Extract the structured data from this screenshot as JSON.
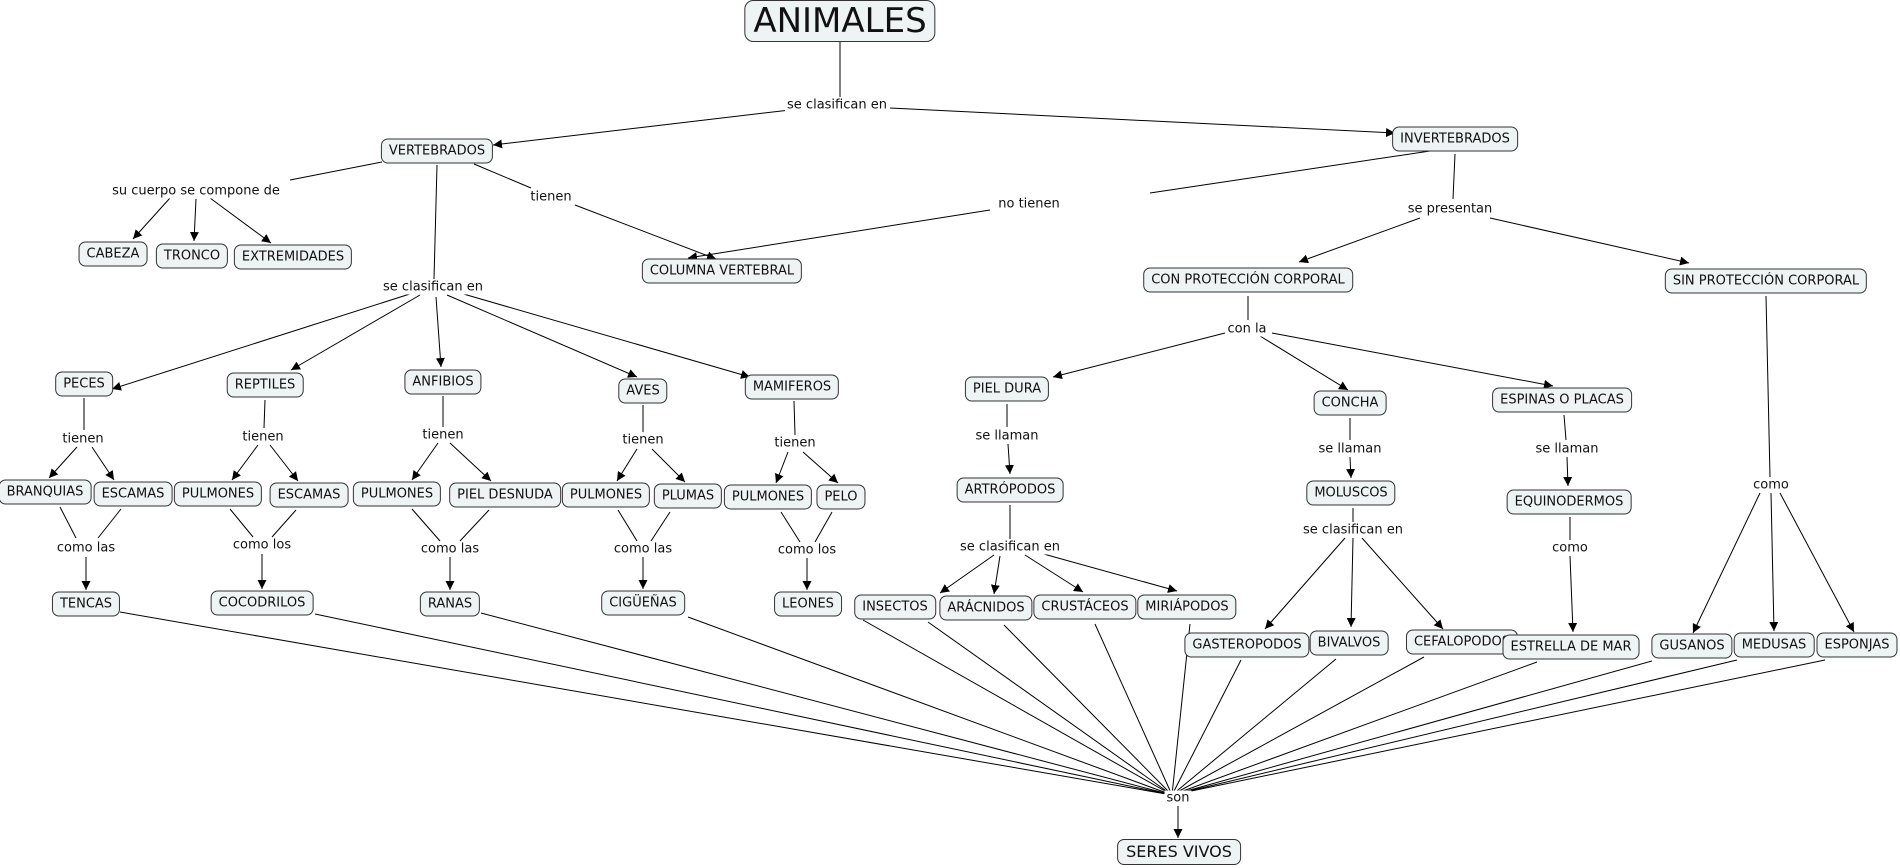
{
  "concepts": {
    "animales": "ANIMALES",
    "vertebrados": "VERTEBRADOS",
    "invertebrados": "INVERTEBRADOS",
    "cabeza": "CABEZA",
    "tronco": "TRONCO",
    "extremidades": "EXTREMIDADES",
    "columna": "COLUMNA VERTEBRAL",
    "peces": "PECES",
    "reptiles": "REPTILES",
    "anfibios": "ANFIBIOS",
    "aves": "AVES",
    "mamiferos": "MAMIFEROS",
    "branquias": "BRANQUIAS",
    "escamas1": "ESCAMAS",
    "pulmones1": "PULMONES",
    "escamas2": "ESCAMAS",
    "pulmones2": "PULMONES",
    "piel_desnuda": "PIEL DESNUDA",
    "pulmones3": "PULMONES",
    "plumas": "PLUMAS",
    "pulmones4": "PULMONES",
    "pelo": "PELO",
    "tencas": "TENCAS",
    "cocodrilos": "COCODRILOS",
    "ranas": "RANAS",
    "ciguenas": "CIGÜEÑAS",
    "leones": "LEONES",
    "con_proteccion": "CON PROTECCIÓN CORPORAL",
    "sin_proteccion": "SIN PROTECCIÓN CORPORAL",
    "piel_dura": "PIEL DURA",
    "concha": "CONCHA",
    "espinas": "ESPINAS O PLACAS",
    "artropodos": "ARTRÓPODOS",
    "moluscos": "MOLUSCOS",
    "equinodermos": "EQUINODERMOS",
    "insectos": "INSECTOS",
    "aracnidos": "ARÁCNIDOS",
    "crustaceos": "CRUSTÁCEOS",
    "miriapodos": "MIRIÁPODOS",
    "gasteropodos": "GASTEROPODOS",
    "bivalvos": "BIVALVOS",
    "cefalopodos": "CEFALOPODOS",
    "estrella": "ESTRELLA DE MAR",
    "gusanos": "GUSANOS",
    "medusas": "MEDUSAS",
    "esponjas": "ESPONJAS",
    "seres_vivos": "SERES VIVOS"
  },
  "links": {
    "se_clasifican_top": "se clasifican en",
    "su_cuerpo": "su cuerpo se compone de",
    "tienen_vert": "tienen",
    "no_tienen": "no tienen",
    "se_presentan": "se presentan",
    "se_clasifican_vert": "se clasifican en",
    "con_la": "con la",
    "tienen_peces": "tienen",
    "tienen_reptiles": "tienen",
    "tienen_anfibios": "tienen",
    "tienen_aves": "tienen",
    "tienen_mamiferos": "tienen",
    "como_las_peces": "como las",
    "como_los_reptiles": "como los",
    "como_las_anfibios": "como las",
    "como_las_aves": "como las",
    "como_los_mamiferos": "como los",
    "se_llaman_piel": "se llaman",
    "se_llaman_concha": "se llaman",
    "se_llaman_espinas": "se llaman",
    "se_clasifican_artro": "se clasifican en",
    "se_clasifican_molus": "se clasifican en",
    "como_equino": "como",
    "como_sin": "como",
    "son": "son"
  }
}
